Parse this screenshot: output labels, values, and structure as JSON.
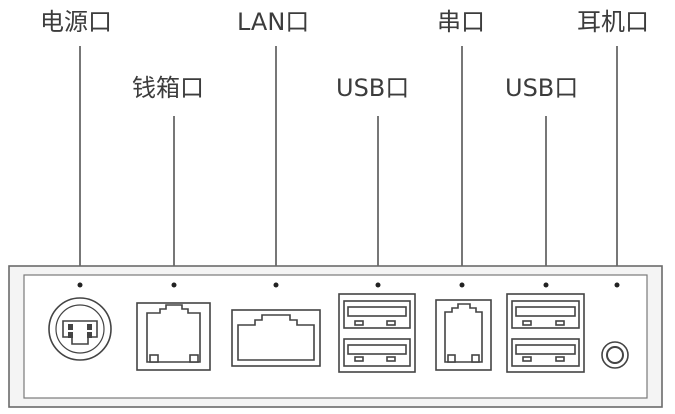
{
  "diagram": {
    "labels": {
      "power": "电源口",
      "cashbox": "钱箱口",
      "lan": "LAN口",
      "usb_left": "USB口",
      "serial": "串口",
      "usb_right": "USB口",
      "headphone": "耳机口"
    },
    "colors": {
      "line": "#555555",
      "panel_fill": "#f2f2f2",
      "panel_stroke": "#6a6a6a",
      "port_fill": "#ffffff",
      "port_stroke": "#4a4a4a",
      "dot": "#222222"
    }
  }
}
